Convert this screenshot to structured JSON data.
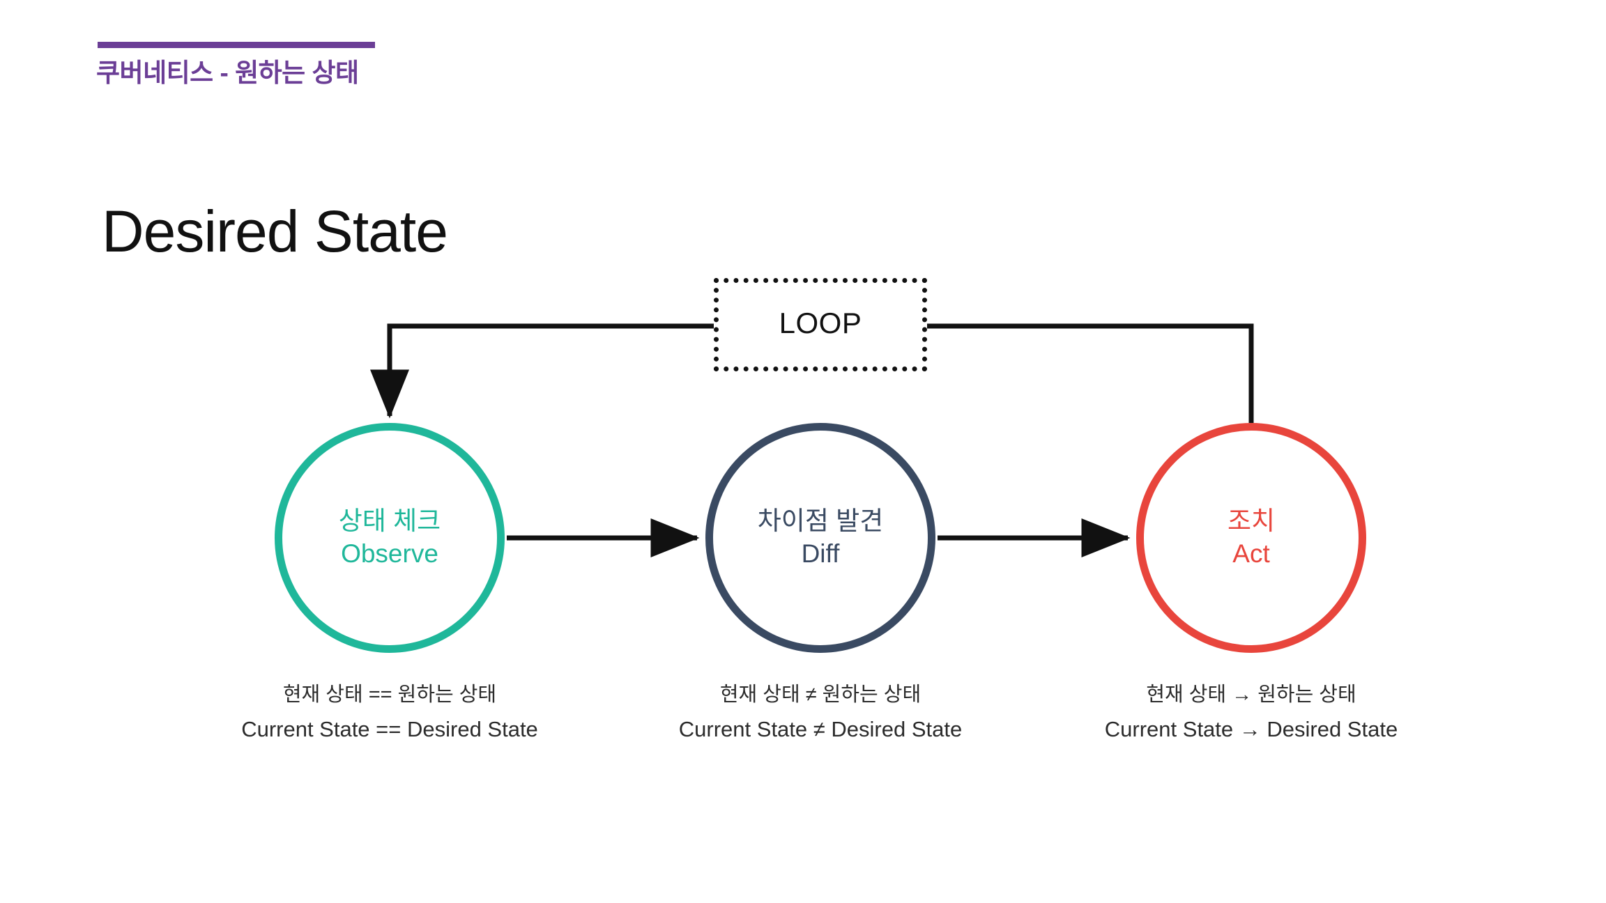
{
  "header": {
    "eyebrow": "쿠버네티스 - 원하는 상태",
    "accent_color": "#6B3E96",
    "title": "Desired State"
  },
  "diagram": {
    "type": "flow-cycle",
    "loop": {
      "label": "LOOP",
      "border_style": "dotted",
      "border_color": "#111111"
    },
    "nodes": [
      {
        "id": "observe",
        "label_ko": "상태 체크",
        "label_en": "Observe",
        "color": "#1FB79A",
        "caption_ko": "현재 상태 == 원하는 상태",
        "caption_en": "Current State == Desired State"
      },
      {
        "id": "diff",
        "label_ko": "차이점 발견",
        "label_en": "Diff",
        "color": "#3A4A62",
        "caption_ko": "현재 상태 ≠ 원하는 상태",
        "caption_en": "Current State ≠ Desired State"
      },
      {
        "id": "act",
        "label_ko": "조치",
        "label_en": "Act",
        "color": "#E8453C",
        "caption_ko": "현재 상태 → 원하는 상태",
        "caption_en": "Current State → Desired State"
      }
    ],
    "connectors": [
      {
        "from": "observe",
        "to": "diff",
        "style": "arrow",
        "color": "#111111"
      },
      {
        "from": "diff",
        "to": "act",
        "style": "arrow",
        "color": "#111111"
      },
      {
        "from": "act",
        "to": "loop",
        "style": "line",
        "color": "#111111"
      },
      {
        "from": "loop",
        "to": "observe",
        "style": "arrow",
        "color": "#111111"
      }
    ]
  }
}
